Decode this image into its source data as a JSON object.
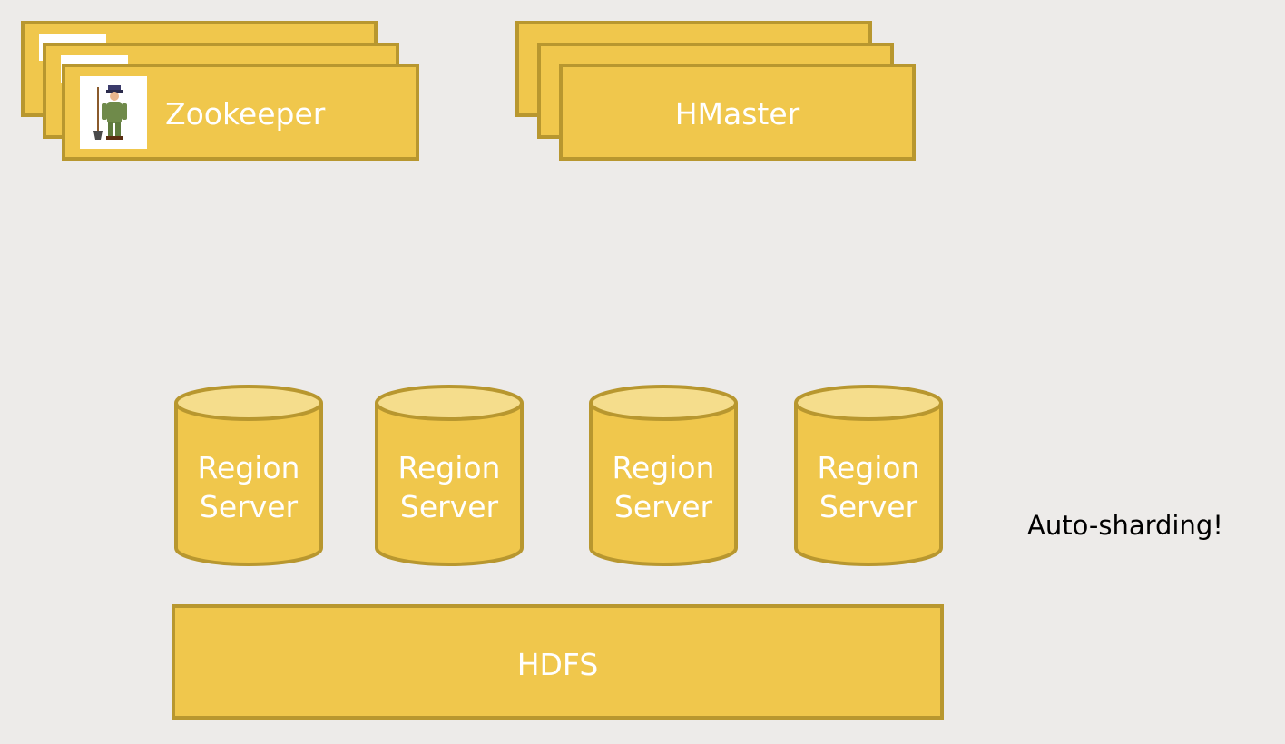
{
  "zookeeper": {
    "label": "Zookeeper",
    "icon": "zookeeper-figure-icon"
  },
  "hmaster": {
    "label": "HMaster"
  },
  "region_servers": [
    {
      "line1": "Region",
      "line2": "Server"
    },
    {
      "line1": "Region",
      "line2": "Server"
    },
    {
      "line1": "Region",
      "line2": "Server"
    },
    {
      "line1": "Region",
      "line2": "Server"
    }
  ],
  "hdfs": {
    "label": "HDFS"
  },
  "note": "Auto-sharding!",
  "colors": {
    "box_fill": "#f0c74c",
    "box_border": "#b8972f",
    "cylinder_top": "#f5dd8c",
    "background": "#edebe9",
    "label_text": "#ffffff"
  }
}
